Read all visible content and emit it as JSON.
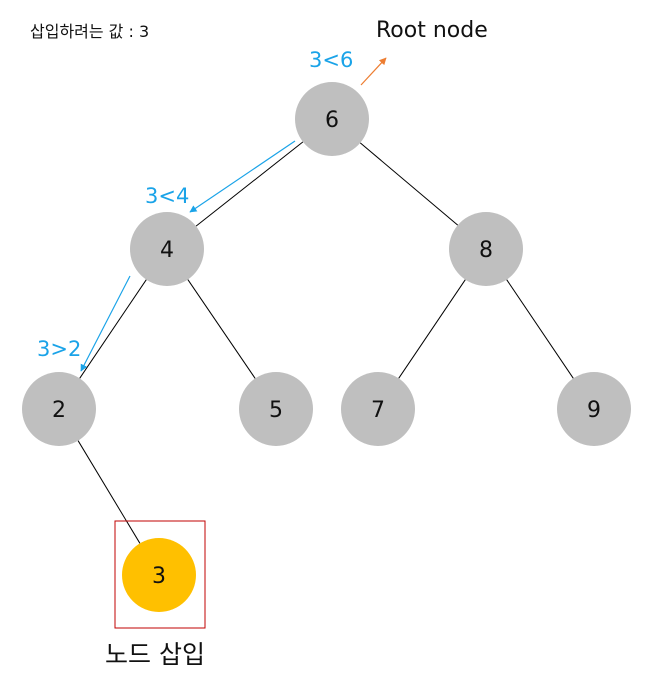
{
  "header": {
    "insert_label": "삽입하려는 값 : 3"
  },
  "root_label": "Root node",
  "colors": {
    "node_fill": "#bfbfbf",
    "inserted_fill": "#ffc000",
    "edge": "#000000",
    "path_arrow": "#1aa3e8",
    "root_arrow": "#ed7d31",
    "highlight_box": "#c00000"
  },
  "tree": {
    "nodes": [
      {
        "id": "n6",
        "value": "6"
      },
      {
        "id": "n4",
        "value": "4"
      },
      {
        "id": "n8",
        "value": "8"
      },
      {
        "id": "n2",
        "value": "2"
      },
      {
        "id": "n5",
        "value": "5"
      },
      {
        "id": "n7",
        "value": "7"
      },
      {
        "id": "n9",
        "value": "9"
      },
      {
        "id": "n3",
        "value": "3",
        "inserted": true
      }
    ],
    "edges": [
      {
        "from": "n6",
        "to": "n4"
      },
      {
        "from": "n6",
        "to": "n8"
      },
      {
        "from": "n4",
        "to": "n2"
      },
      {
        "from": "n4",
        "to": "n5"
      },
      {
        "from": "n8",
        "to": "n7"
      },
      {
        "from": "n8",
        "to": "n9"
      },
      {
        "from": "n2",
        "to": "n3"
      }
    ]
  },
  "comparisons": [
    {
      "text": "3<6"
    },
    {
      "text": "3<4"
    },
    {
      "text": "3>2"
    }
  ],
  "caption": "노드 삽입"
}
